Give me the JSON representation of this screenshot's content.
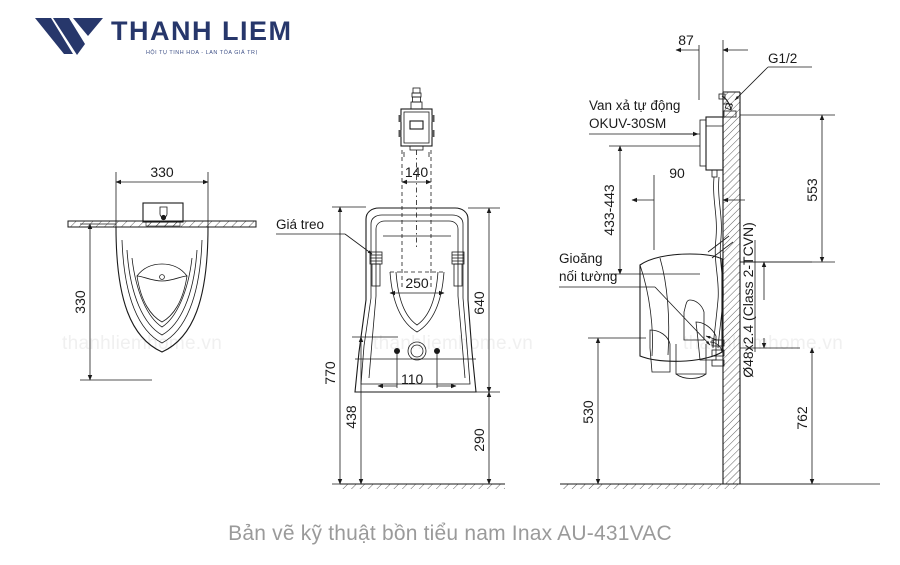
{
  "brand": {
    "name": "THANH LIEM",
    "tagline": "HỘI TỤ TINH HOA - LAN TỎA GIÁ TRỊ",
    "logo_color": "#27376b"
  },
  "caption": "Bản vẽ kỹ thuật bồn tiểu nam Inax AU-431VAC",
  "watermarks": {
    "w1": "thanhliemhome.vn",
    "w2": "thanhliemhome.vn",
    "w3": "thanhliemhome.vn",
    "color": "#f0f0f0"
  },
  "views": {
    "plan": {
      "name": "plan-view",
      "dimensions": {
        "width": "330",
        "depth": "330"
      }
    },
    "front": {
      "name": "front-view",
      "labels": {
        "hanger": "Giá treo"
      },
      "dimensions": {
        "valve_spacing": "140",
        "bowl_inner": "250",
        "outlet_offset": "110",
        "total_height": "770",
        "bowl_top": "640",
        "bowl_lower": "438",
        "floor_gap": "290"
      }
    },
    "side": {
      "name": "side-view",
      "labels": {
        "valve": "Van xả tự động\nOKUV-30SM",
        "valve_line1": "Van xả tự động",
        "valve_line2": "OKUV-30SM",
        "thread": "G1/2",
        "gasket_line1": "Gioăng",
        "gasket_line2": "nối tường",
        "pipe": "Ø48x2.4 (Class 2-TCVN)"
      },
      "dimensions": {
        "valve_depth": "87",
        "wall_offset": "90",
        "valve_height_range": "433-443",
        "valve_top": "553",
        "bowl_bottom": "530",
        "outlet_height": "762"
      }
    }
  },
  "units": "mm"
}
